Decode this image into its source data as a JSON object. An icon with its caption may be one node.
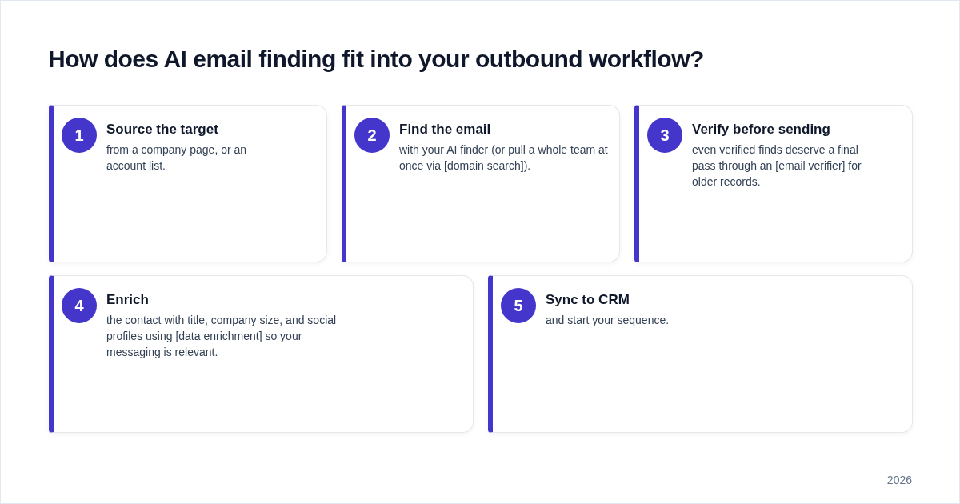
{
  "diagram": {
    "title": "How does AI email finding fit into your outbound workflow?",
    "nodes": [
      {
        "text": [
          "Source the target",
          "from a company page, or an account list."
        ]
      },
      {
        "text": [
          "1"
        ],
        "in": 0
      },
      {
        "text": [
          "Find the email",
          "with your AI finder (or pull a whole team at once via [domain search])."
        ]
      },
      {
        "text": [
          "2"
        ],
        "in": 2
      },
      {
        "text": [
          "Verify before sending",
          "even verified finds deserve a final pass through an [email verifier] for older records."
        ]
      },
      {
        "text": [
          "3"
        ],
        "in": 4
      },
      {
        "text": [
          "Enrich",
          "the contact with title, company size, and social profiles using [data enrichment] so your messaging is relevant."
        ]
      },
      {
        "text": [
          "4"
        ],
        "in": 6
      },
      {
        "text": [
          "Sync to CRM",
          "and start your sequence."
        ]
      },
      {
        "text": [
          "5"
        ],
        "in": 8
      }
    ],
    "labels": [
      "2026"
    ]
  }
}
